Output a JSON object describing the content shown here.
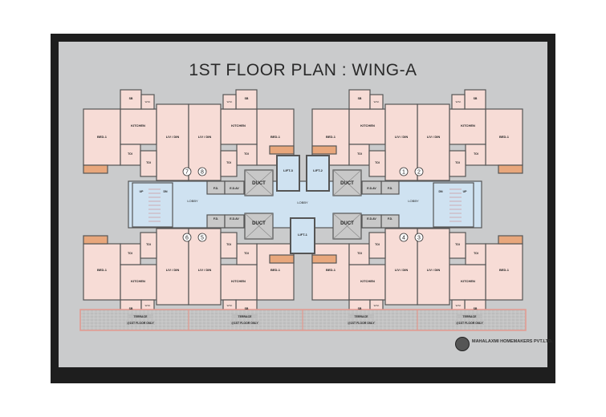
{
  "title": "1ST FLOOR PLAN : WING-A",
  "company": "MAHALAXMI HOMEMAKERS PVT.LTD.",
  "colors": {
    "frame": "#1e1e1e",
    "panel": "#cacbcc",
    "room": "#f7dcd6",
    "wall": "#555555",
    "corridor": "#cfe2f1",
    "duct": "#c8c8c8",
    "terrace": "#bdbdbd",
    "balcony": "#e8a77c"
  },
  "flat_numbers": {
    "top_left_outer": "7",
    "top_left_inner": "8",
    "top_right_inner": "1",
    "top_right_outer": "2",
    "bottom_left_outer": "6",
    "bottom_left_inner": "5",
    "bottom_right_inner": "4",
    "bottom_right_outer": "3"
  },
  "rooms": {
    "bed": "BED-1",
    "kitchen": "KITCHEN",
    "living": "LIV / DIN",
    "toilet": "TOI",
    "sb": "SB",
    "wm": "W.M.",
    "lobby": "LOBBY",
    "duct": "DUCT",
    "fd": "F.D.",
    "edav": "E.D.AV",
    "lift1": "LIFT-1",
    "lift2": "LIFT-2",
    "lift3": "LIFT-3",
    "up": "UP",
    "dn": "DN",
    "terrace": "TERRACE",
    "terrace_note": "@1ST FLOOR ONLY"
  }
}
